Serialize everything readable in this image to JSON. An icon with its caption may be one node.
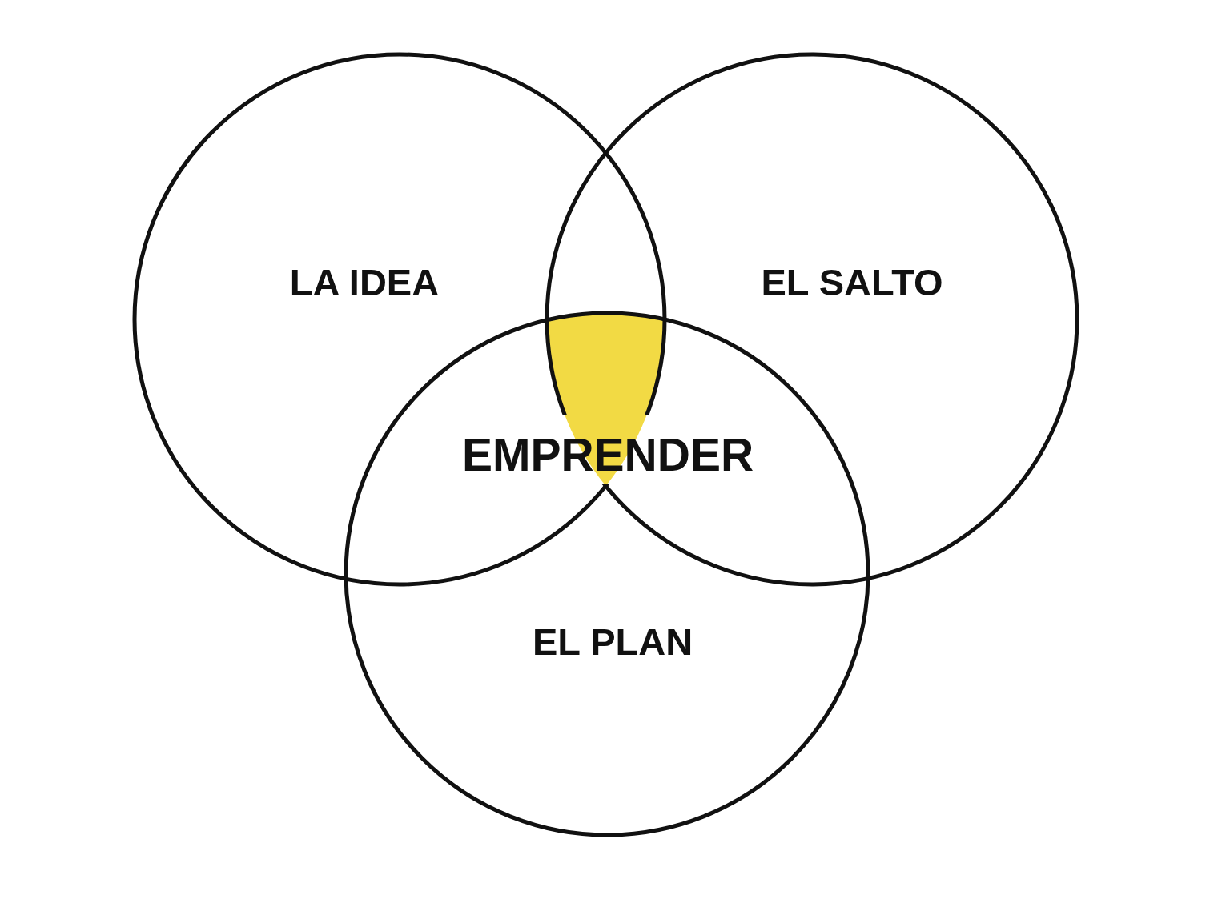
{
  "diagram": {
    "nodes": [
      {
        "text": [
          "LA IDEA"
        ]
      },
      {
        "text": [
          "EL SALTO"
        ]
      },
      {
        "text": [
          "EMPRENDER"
        ]
      },
      {
        "text": [
          "EL PLAN"
        ]
      }
    ]
  }
}
